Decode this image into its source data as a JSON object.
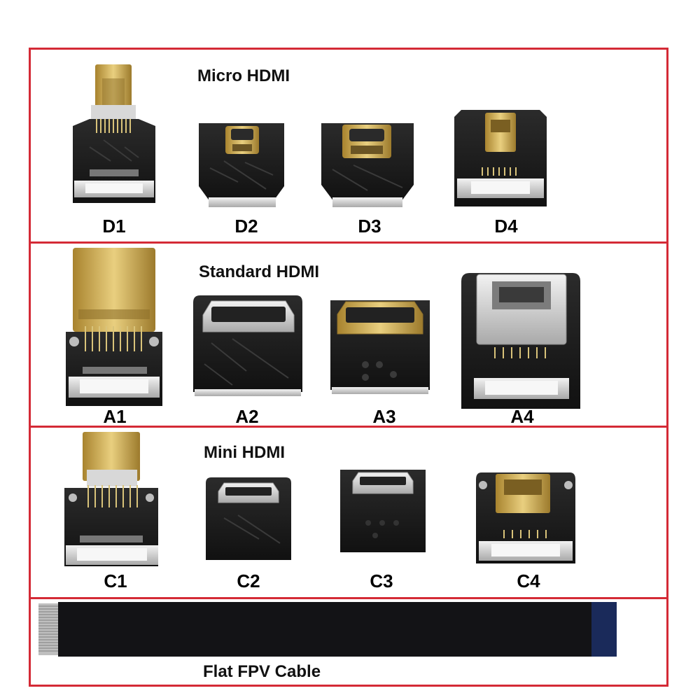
{
  "sections": [
    {
      "id": "micro",
      "title": "Micro HDMI",
      "labels": [
        "D1",
        "D2",
        "D3",
        "D4"
      ]
    },
    {
      "id": "standard",
      "title": "Standard HDMI",
      "labels": [
        "A1",
        "A2",
        "A3",
        "A4"
      ]
    },
    {
      "id": "mini",
      "title": "Mini HDMI",
      "labels": [
        "C1",
        "C2",
        "C3",
        "C4"
      ]
    },
    {
      "id": "cable",
      "title": "Flat FPV Cable"
    }
  ],
  "colors": {
    "frame": "#d42a36",
    "board": "#1c1c1c",
    "gold": "#c9a64a",
    "silver": "#cfcfcf",
    "cable": "#121214"
  }
}
